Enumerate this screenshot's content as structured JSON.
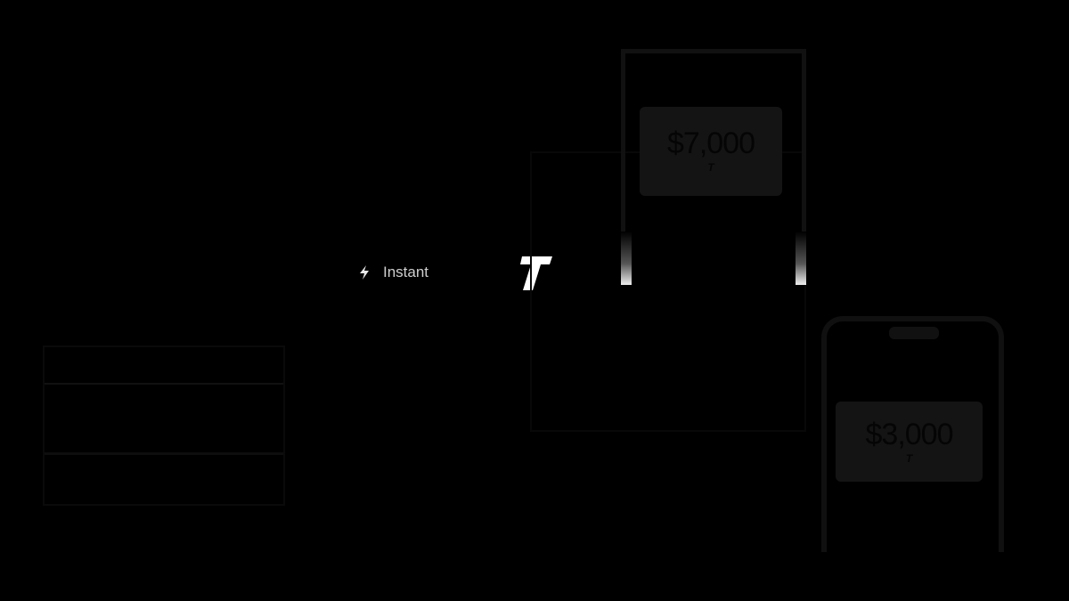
{
  "badge": {
    "label": "Instant",
    "icon": "lightning-bolt-icon"
  },
  "logo": {
    "glyph": "T",
    "color": "#ffffff"
  },
  "device_large": {
    "amount": "$7,000",
    "brand_glyph": "T"
  },
  "device_phone": {
    "amount": "$3,000",
    "brand_glyph": "T"
  },
  "colors": {
    "background": "#000000",
    "text": "#cfcfcf",
    "card": "#141414"
  }
}
